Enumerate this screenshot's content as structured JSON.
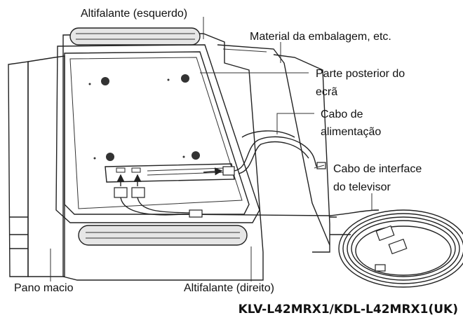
{
  "labels": {
    "speaker_left": "Altifalante (esquerdo)",
    "packing_material": "Material da embalagem, etc.",
    "screen_rear_line1": "Parte posterior do",
    "screen_rear_line2": "ecrã",
    "power_cable_line1": "Cabo de",
    "power_cable_line2": "alimentação",
    "interface_cable_line1": "Cabo de interface",
    "interface_cable_line2": "do televisor",
    "soft_cloth": "Pano macio",
    "speaker_right": "Altifalante (direito)"
  },
  "model": "KLV-L42MRX1/KDL-L42MRX1(UK)",
  "colors": {
    "line": "#222222",
    "screen_fill": "#f2f2f2",
    "speaker_fill": "#e6e6e6",
    "cloth_fill": "#fafafa"
  }
}
